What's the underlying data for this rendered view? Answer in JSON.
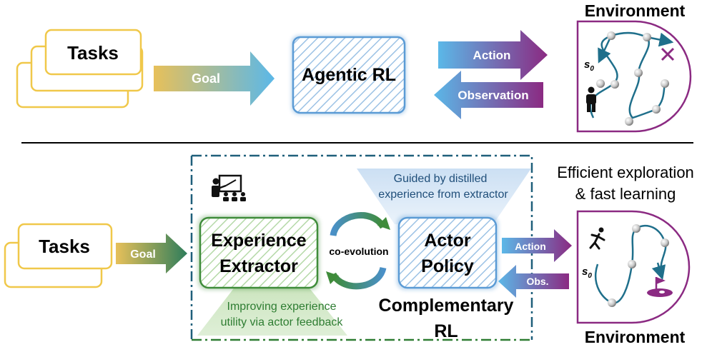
{
  "top": {
    "tasks_label": "Tasks",
    "goal_label": "Goal",
    "agent_label": "Agentic RL",
    "action_label": "Action",
    "observation_label": "Observation",
    "environment_label": "Environment",
    "state_label": "s",
    "state_sub": "0"
  },
  "bottom": {
    "tasks_label": "Tasks",
    "goal_label": "Goal",
    "extractor_line1": "Experience",
    "extractor_line2": "Extractor",
    "actor_line1": "Actor",
    "actor_line2": "Policy",
    "coevolution_label": "co-evolution",
    "guided_line1": "Guided by distilled",
    "guided_line2": "experience from extractor",
    "improving_line1": "Improving experience",
    "improving_line2": "utility via actor feedback",
    "complementary_line1": "Complementary",
    "complementary_line2": "RL",
    "action_label": "Action",
    "obs_label": "Obs.",
    "efficient_line1": "Efficient exploration",
    "efficient_line2": "& fast learning",
    "environment_label": "Environment",
    "state_label": "s",
    "state_sub": "0"
  },
  "colors": {
    "task_border": "#f0c84a",
    "agent_blue": "#5b9bd5",
    "extractor_green": "#3f8c3a",
    "env_purple": "#8b2a82",
    "dash_border": "#1f5f7a",
    "text_blue": "#1f4e79",
    "text_green": "#2e7d32"
  }
}
